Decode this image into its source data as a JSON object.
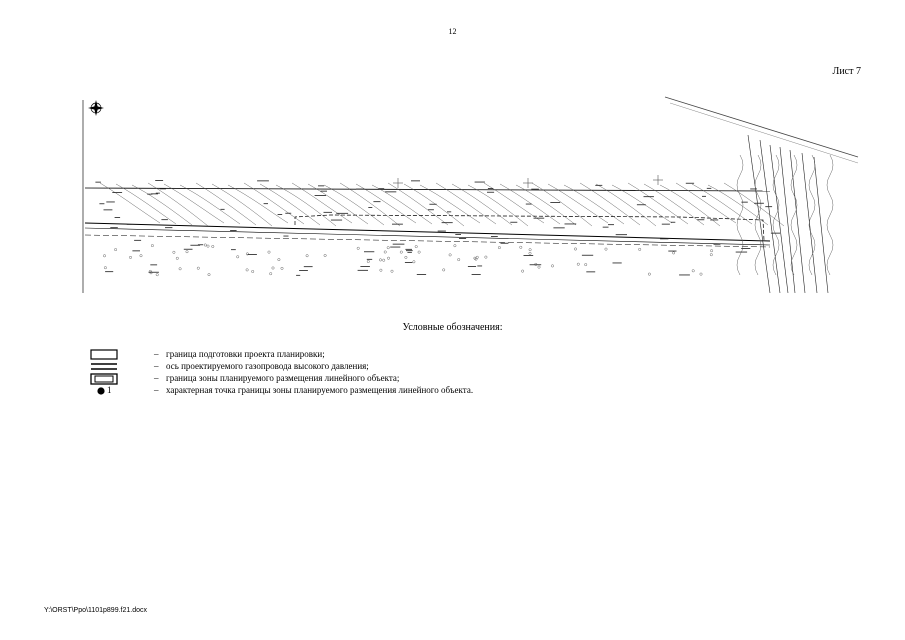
{
  "page_number": "12",
  "sheet_label": "Лист 7",
  "legend": {
    "title": "Условные обозначения:",
    "items": [
      {
        "symbol": "rect-outline",
        "text": "граница подготовки проекта планировки;"
      },
      {
        "symbol": "double-line",
        "text": "ось проектируемого газопровода высокого давления;"
      },
      {
        "symbol": "double-rect",
        "text": "граница зоны планируемого размещения линейного объекта;"
      },
      {
        "symbol": "dot-point",
        "point_label": "1",
        "text": "характерная точка границы зоны планируемого размещения линейного объекта."
      }
    ],
    "dash": "–"
  },
  "footer": "Y:\\ORST\\Ppo\\1101p899.f21.docx"
}
